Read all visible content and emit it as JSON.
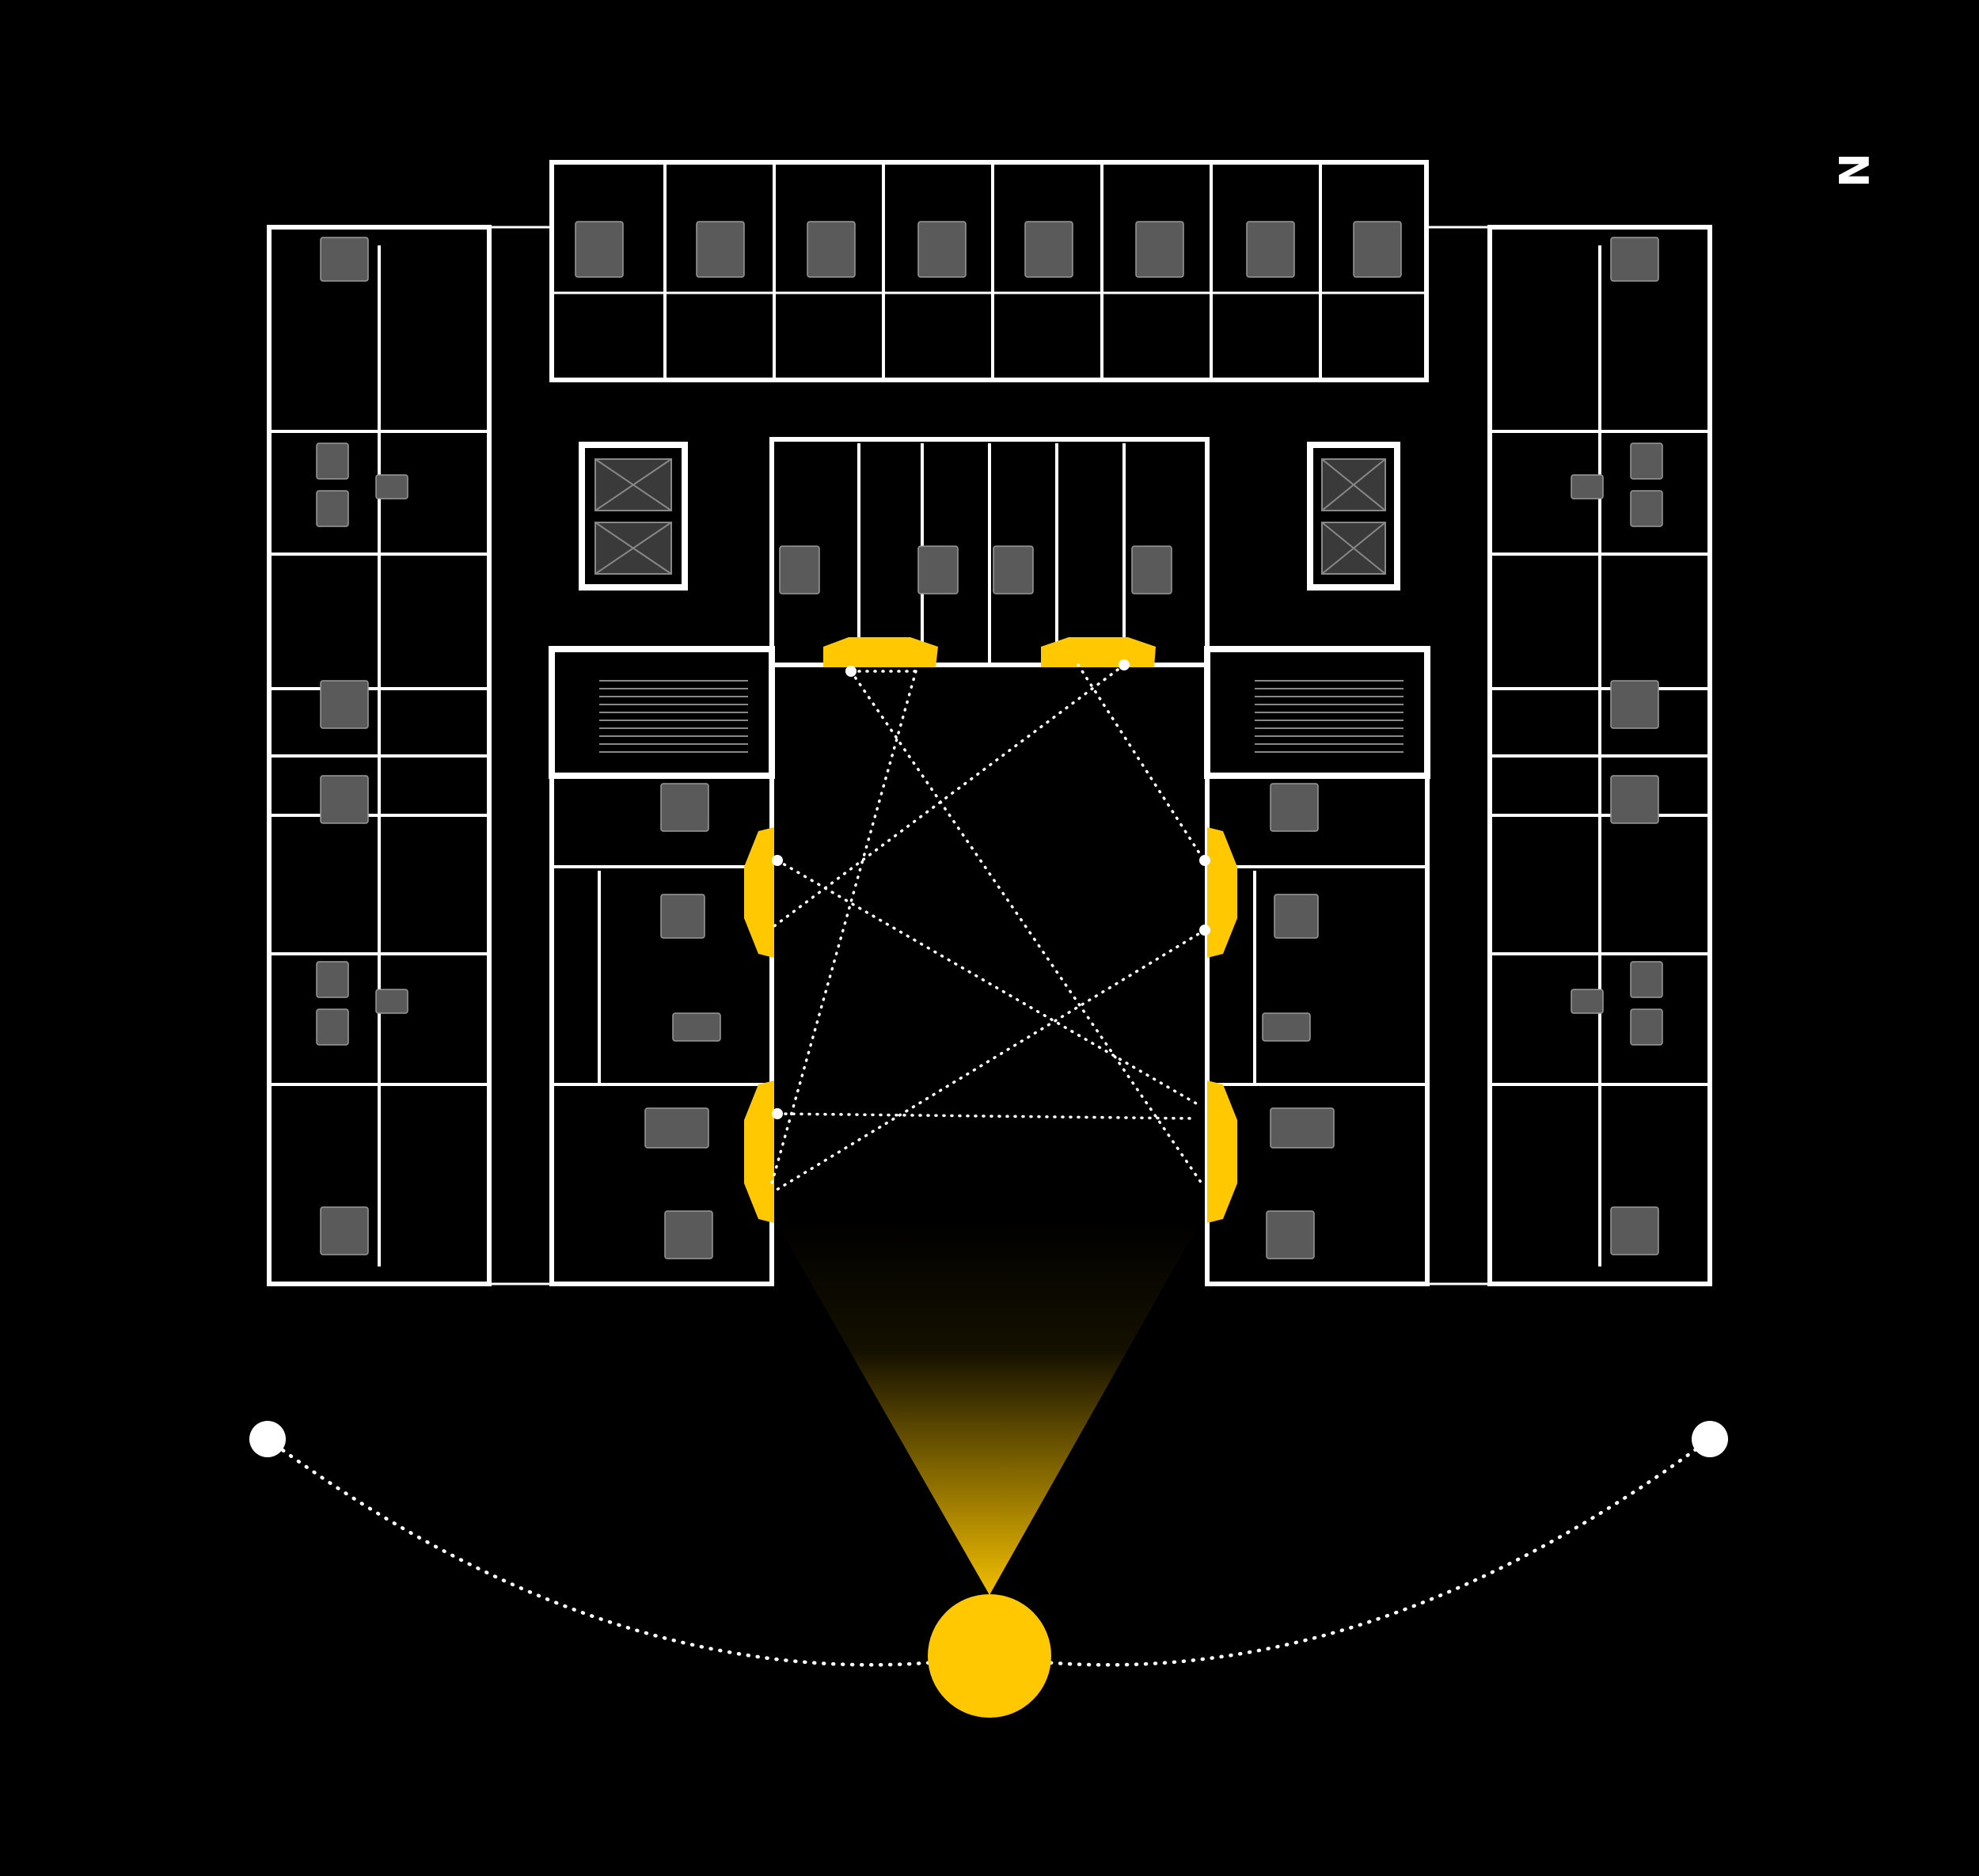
{
  "north_label": "N",
  "colors": {
    "background": "#000000",
    "walls": "#ffffff",
    "furniture": "#6b6b6b",
    "accent": "#ffc800",
    "sun": "#ffc800",
    "sun_path": "#ffffff"
  },
  "elements": {
    "sun": "sun",
    "sun_path_start": "sunrise-point",
    "sun_path_end": "sunset-point",
    "light_cone": "light-cone",
    "reflecting_panels": 6,
    "light_rays": 8
  }
}
